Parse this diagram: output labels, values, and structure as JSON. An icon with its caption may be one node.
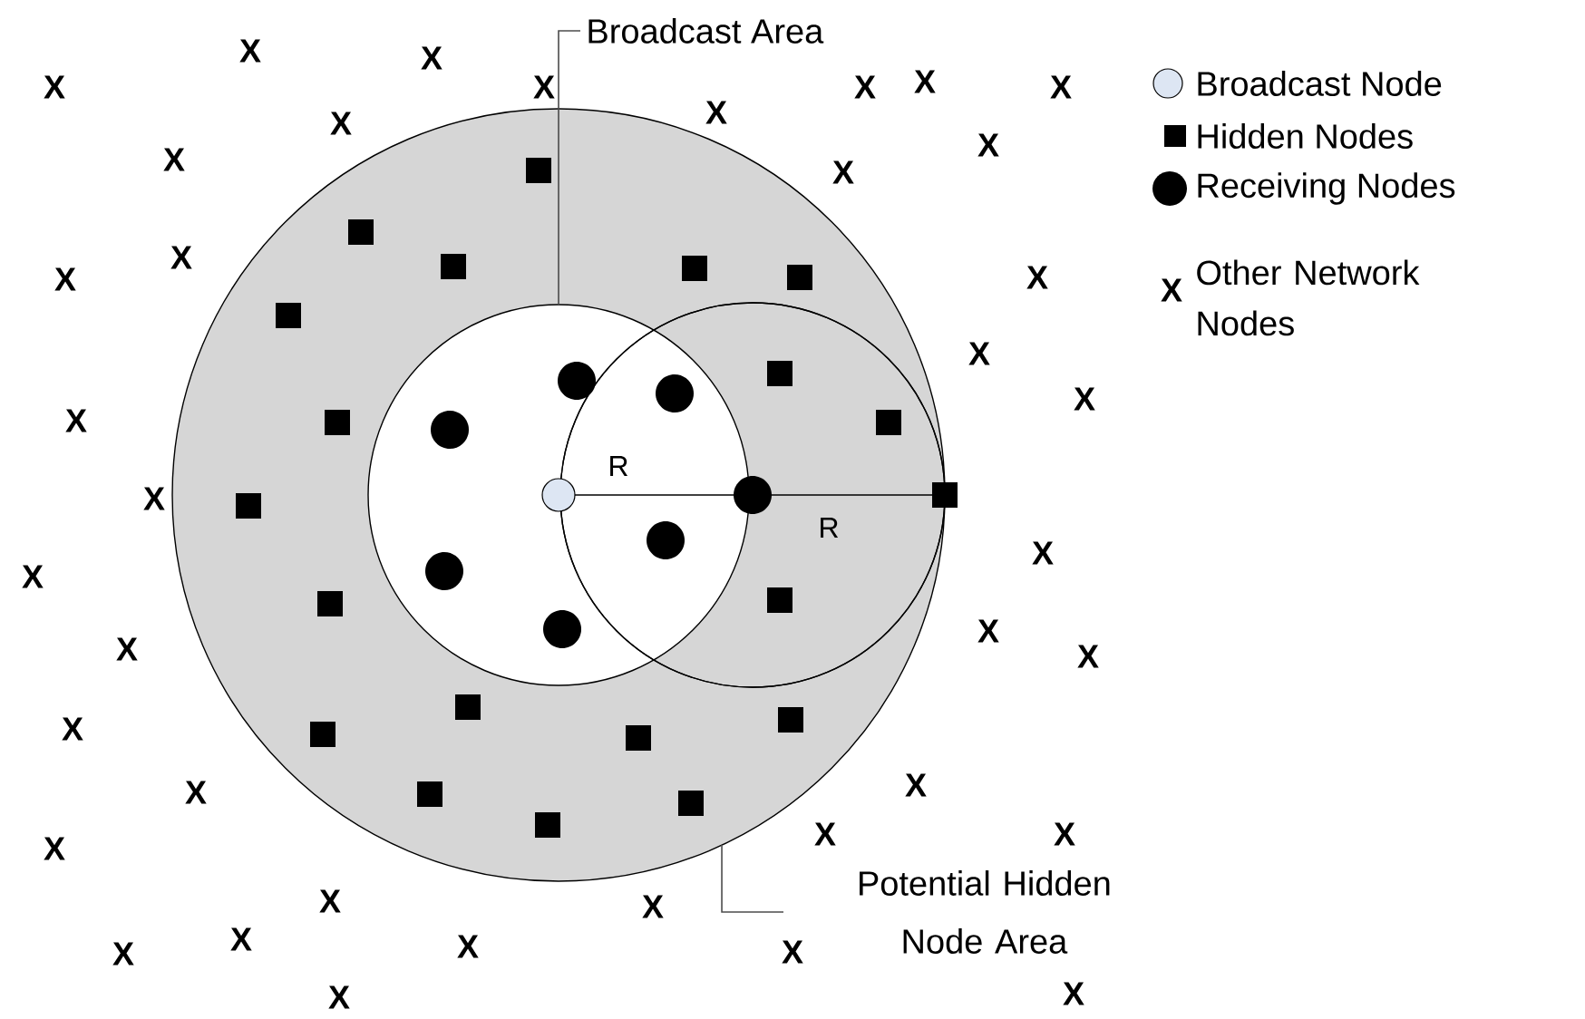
{
  "diagram": {
    "nodes": [
      {
        "text": [
          "Broadcast Area"
        ]
      },
      {
        "text": [],
        "shape": "circle"
      },
      {
        "text": [],
        "shape": "circle",
        "in": 1
      },
      {
        "text": [],
        "shape": "circle",
        "in": 1
      },
      {
        "text": [
          "Potential Hidden Node Area"
        ]
      }
    ],
    "edges": [
      {
        "from": 0,
        "to": 2,
        "arrow": "none"
      },
      {
        "from": 4,
        "to": 1,
        "arrow": "none"
      }
    ],
    "labels": [
      "X",
      "X",
      "X",
      "X",
      "X",
      "X",
      "X",
      "X",
      "X",
      "X",
      "X",
      "X",
      "X",
      "X",
      "X",
      "X",
      "X",
      "X",
      "X",
      "X",
      "X",
      "X",
      "X",
      "X",
      "X",
      "X",
      "X",
      "X",
      "X",
      "X",
      "X",
      "X",
      "X",
      "X",
      "X",
      "X",
      "X",
      "X",
      "R",
      "R",
      "X"
    ],
    "legend": [
      {
        "text": "Broadcast Node"
      },
      {
        "text": "Hidden Nodes"
      },
      {
        "text": "Receiving Nodes"
      },
      {
        "text": "Other Network Nodes"
      }
    ]
  }
}
